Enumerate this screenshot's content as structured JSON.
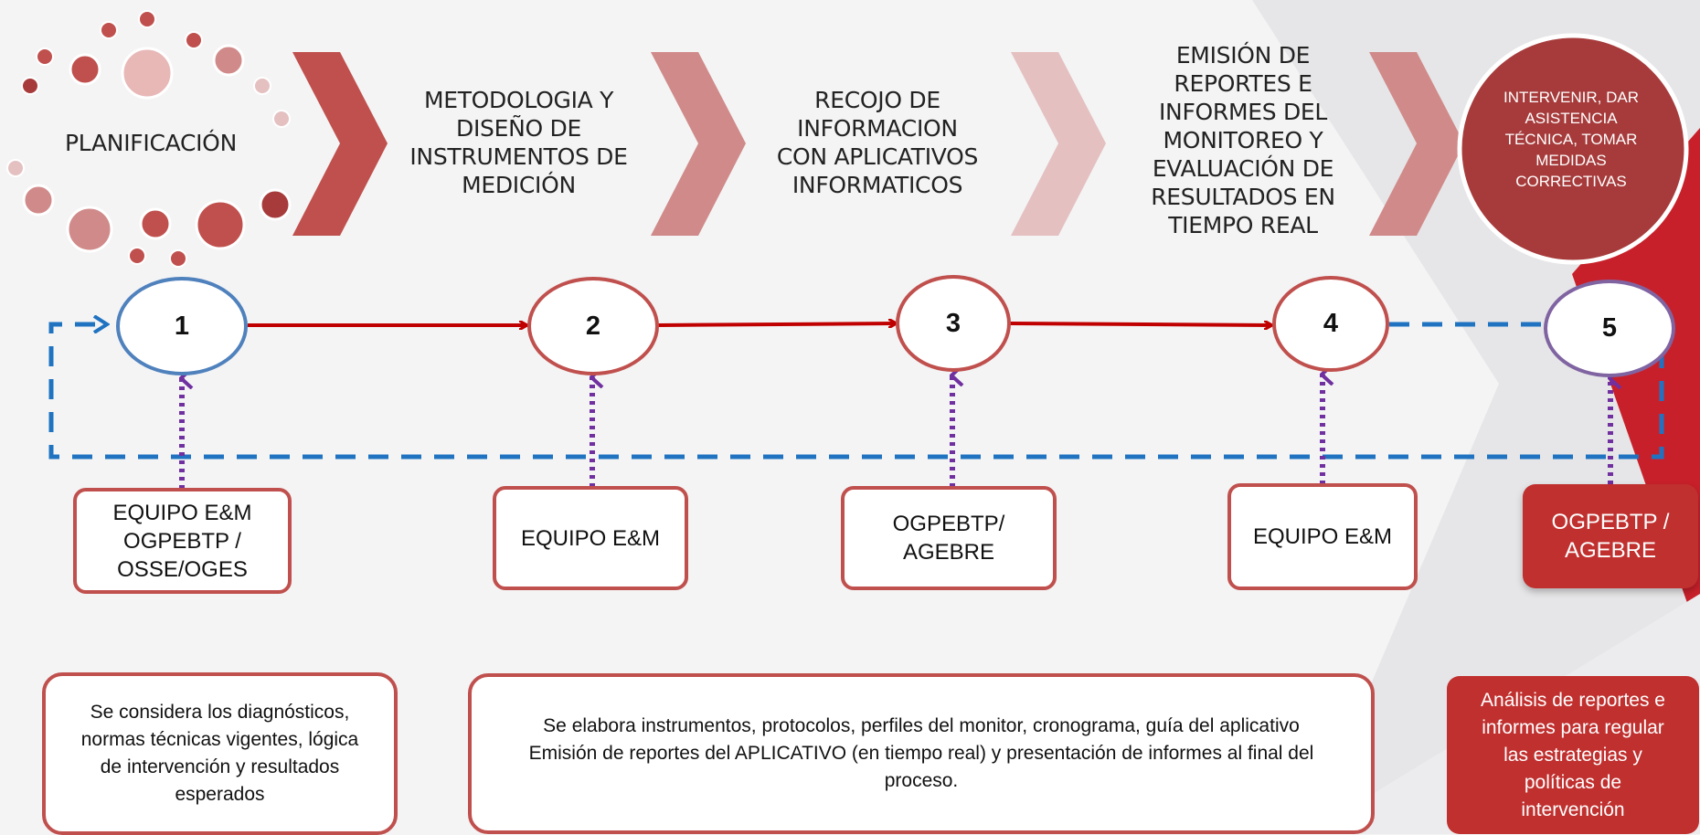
{
  "stages": [
    {
      "id": "planificacion",
      "label": "PLANIFICACIÓN"
    },
    {
      "id": "metodologia",
      "label": "METODOLOGIA Y\nDISEÑO DE\nINSTRUMENTOS DE\nMEDICIÓN"
    },
    {
      "id": "recojo",
      "label": "RECOJO DE\nINFORMACION\nCON APLICATIVOS\nINFORMATICOS"
    },
    {
      "id": "emision",
      "label": "EMISIÓN DE\nREPORTES E\nINFORMES DEL\nMONITOREO Y\nEVALUACIÓN DE\nRESULTADOS EN\nTIEMPO REAL"
    }
  ],
  "final_stage": {
    "label": "INTERVENIR, DAR\nASISTENCIA\nTÉCNICA, TOMAR\nMEDIDAS\nCORRECTIVAS"
  },
  "nodes": [
    "1",
    "2",
    "3",
    "4",
    "5"
  ],
  "responsibles": [
    "EQUIPO E&M\nOGPEBTP /\nOSSE/OGES",
    "EQUIPO E&M",
    "OGPEBTP/\nAGEBRE",
    "EQUIPO E&M",
    "OGPEBTP /\nAGEBRE"
  ],
  "descriptions": {
    "planning": "Se considera los diagnósticos,\nnormas técnicas vigentes, lógica\nde intervención y resultados\nesperados",
    "process": "Se elabora instrumentos, protocolos, perfiles del monitor, cronograma, guía del aplicativo\nEmisión de reportes del APLICATIVO (en tiempo real) y presentación de informes al final del\nproceso.",
    "analysis": "Análisis de reportes e\ninformes para regular\nlas estrategias y\npolíticas de\nintervención"
  },
  "colors": {
    "accent_red": "#c0504d",
    "dark_red": "#a73b3b",
    "flow_red": "#c00000",
    "loop_blue": "#1f73c1",
    "link_purple": "#7030a0",
    "node1_border": "#4f81bd",
    "node5_border": "#8064a2"
  }
}
